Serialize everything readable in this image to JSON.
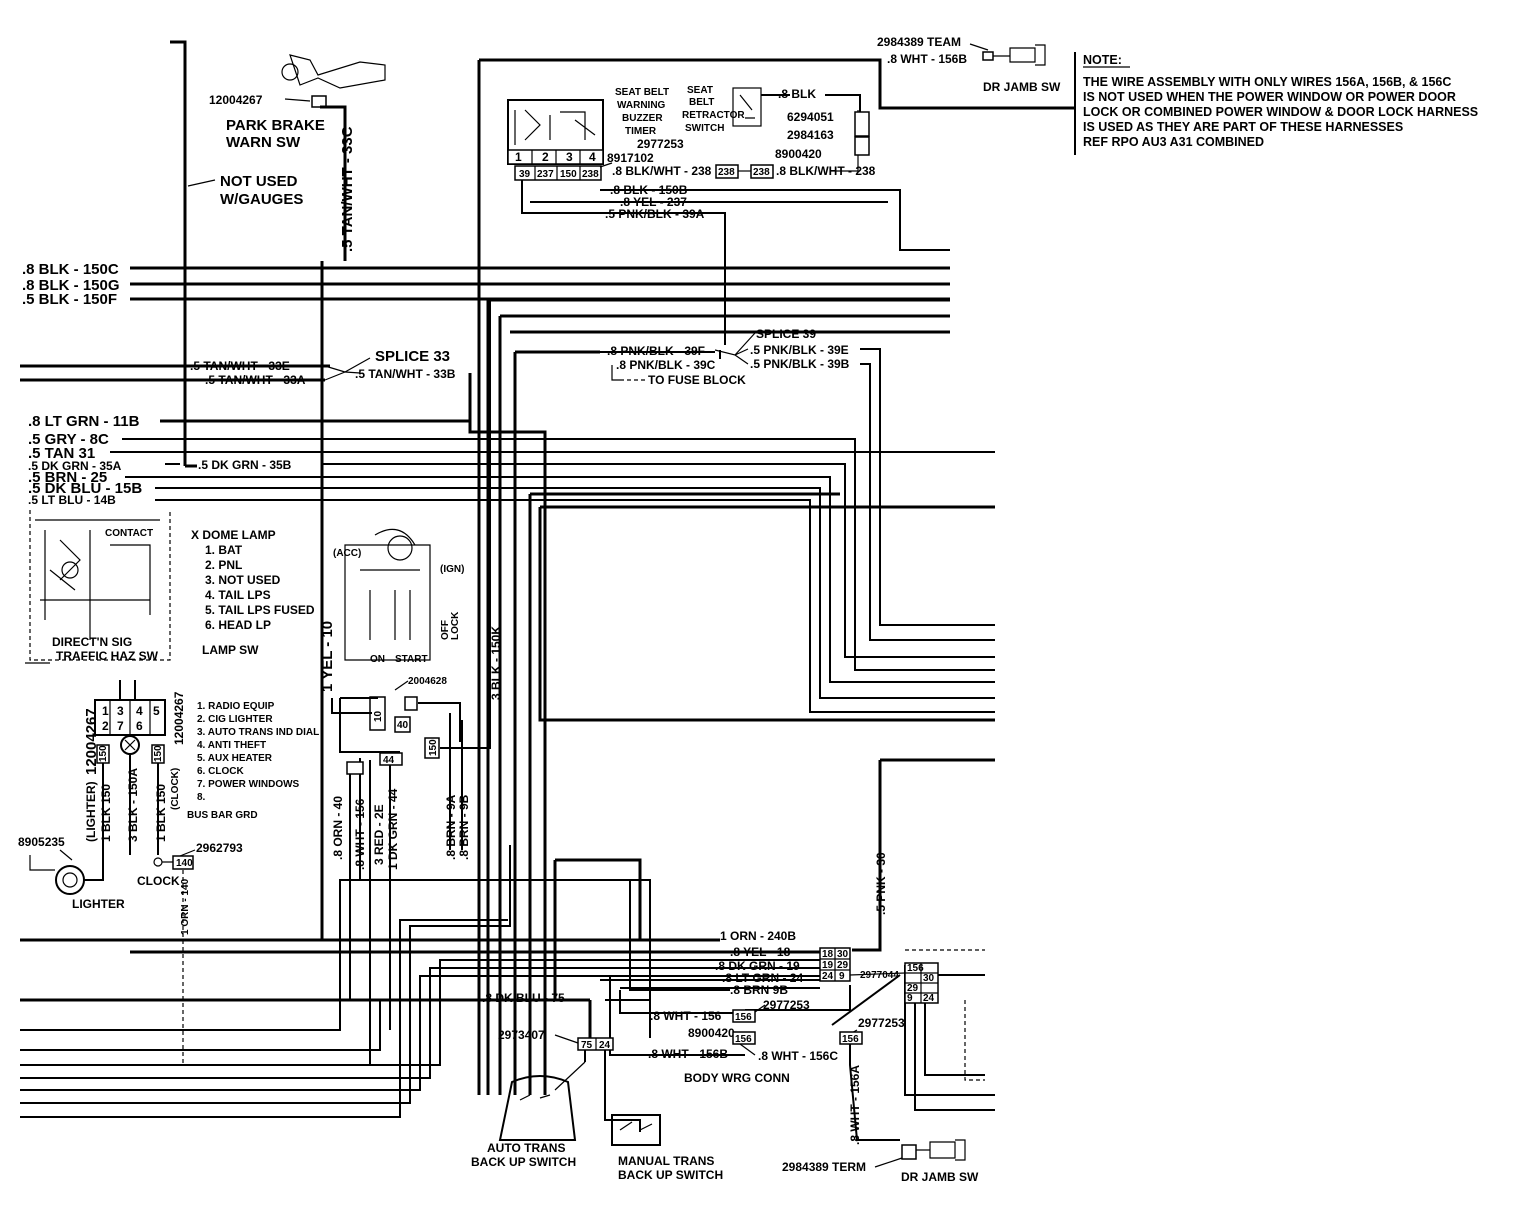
{
  "park_brake": {
    "part": "12004267",
    "title_line1": "PARK BRAKE",
    "title_line2": "WARN SW",
    "wire": ".5 TAN/WHT - 33C"
  },
  "not_used": {
    "line1": "NOT USED",
    "line2": "W/GAUGES"
  },
  "ground_wires": [
    ".8 BLK - 150C",
    ".8 BLK - 150G",
    ".5 BLK - 150F"
  ],
  "splice33": {
    "title": "SPLICE 33",
    "wire_e": ".5 TAN/WHT - 33E",
    "wire_a": ".5 TAN/WHT - 33A",
    "wire_b": ".5 TAN/WHT - 33B"
  },
  "left_wires": [
    ".8 LT GRN - 11B",
    ".5 GRY - 8C",
    ".5 TAN 31",
    ".5 DK GRN - 35A",
    ".5 BRN - 25",
    ".5 DK BLU - 15B",
    ".5 LT BLU - 14B"
  ],
  "dk_grn_35b": ".5 DK GRN - 35B",
  "seat_belt": {
    "buzzer_label": [
      "SEAT BELT",
      "WARNING",
      "BUZZER",
      "TIMER"
    ],
    "pins": [
      "1",
      "2",
      "3",
      "4"
    ],
    "connector_cells": [
      "39",
      "237",
      "150",
      "238"
    ],
    "part_connector": "8917102",
    "part_2977253": "2977253",
    "wire_blk_wht_238": ".8 BLK/WHT - 238",
    "conn_238": "238",
    "retractor_label": [
      "SEAT",
      "BELT",
      "RETRACTOR",
      "SWITCH"
    ],
    "part_8900420": "8900420",
    "wire_blk_wht_238_b": ".8 BLK/WHT - 238",
    "wire_blk": ".8 BLK",
    "part_6294051": "6294051",
    "part_2984163": "2984163",
    "wire_150b": ".8 BLK - 150B",
    "wire_237": ".8 YEL - 237",
    "wire_39a": ".5 PNK/BLK - 39A"
  },
  "door_jamb_top": {
    "part": "2984389 TEAM",
    "wire": ".8 WHT - 156B",
    "label": "DR JAMB SW"
  },
  "note": {
    "title": "NOTE:",
    "lines": [
      "THE WIRE ASSEMBLY WITH ONLY WIRES 156A, 156B, & 156C",
      "IS NOT USED WHEN THE POWER WINDOW OR POWER DOOR",
      "LOCK OR COMBINED POWER WINDOW & DOOR LOCK HARNESS",
      "IS USED AS THEY ARE PART OF THESE HARNESSES",
      "REF RPO AU3 A31 COMBINED"
    ]
  },
  "splice39": {
    "title": "SPLICE 39",
    "wire_f": ".8 PNK/BLK - 39F",
    "wire_e": ".5 PNK/BLK - 39E",
    "wire_c": ".8 PNK/BLK - 39C",
    "wire_b": ".5 PNK/BLK - 39B",
    "to_fuse": "TO FUSE BLOCK"
  },
  "lamp_switch": {
    "items": [
      "X DOME LAMP",
      "1. BAT",
      "2. PNL",
      "3. NOT USED",
      "4. TAIL LPS",
      "5. TAIL LPS FUSED",
      "6. HEAD LP"
    ],
    "caption": "LAMP SW",
    "contact_label": "CONTACT"
  },
  "direction_signal": {
    "line1": "DIRECT'N SIG",
    "line2": "TRAFFIC HAZ SW"
  },
  "bus_bar": {
    "part_left": "12004267",
    "part_right": "12004267",
    "pins_top": [
      "1",
      "3",
      "4",
      "5"
    ],
    "pins_mid": [
      "2",
      "7",
      "6"
    ],
    "conn_150": "150",
    "legend": [
      "1. RADIO EQUIP",
      "2. CIG LIGHTER",
      "3. AUTO TRANS IND DIAL",
      "4. ANTI THEFT",
      "5. AUX HEATER",
      "6. CLOCK",
      "7. POWER WINDOWS",
      "8."
    ],
    "caption": "BUS BAR GRD",
    "wire_lighter": "1 BLK 150",
    "lighter_paren": "(LIGHTER)",
    "wire_150a": "3 BLK - 150A",
    "wire_clock": "1 BLK 150",
    "clock_paren": "(CLOCK)"
  },
  "lighter": {
    "part": "8905235",
    "label": "LIGHTER"
  },
  "clock": {
    "part": "2962793",
    "label": "CLOCK",
    "conn": "140",
    "wire": "1 ORN - 140"
  },
  "ignition": {
    "part": "2004628",
    "wire_10": "1 YEL - 10",
    "wire_150k": "3 BLK - 150K",
    "cells": [
      "10",
      "40",
      "44",
      "150"
    ],
    "labels": [
      "(ACC)",
      "(IGN)",
      "OFF",
      "LOCK",
      "ON",
      "START"
    ]
  },
  "ignition_wires": [
    ".8 ORN - 40",
    ".8 WHT - 156",
    "3 RED - 2E",
    "1 DK GRN - 44",
    ".8 BRN - 9A",
    ".8 BRN - 9B"
  ],
  "right_side": {
    "wire_240b": "1 ORN - 240B",
    "wire_18": ".8 YEL - 18",
    "wire_19": ".8 DK GRN - 19",
    "wire_24": ".8 LT GRN - 24",
    "wire_9b": ".8 BRN 9B",
    "wire_30": ".5 PNK - 30",
    "part_2977044": "2977044",
    "conn_cells": [
      "18",
      "30",
      "19",
      "29",
      "24",
      "9"
    ]
  },
  "body_conn": {
    "wire_75": ".8 DK BLU - 75",
    "part_2973407": "2973407",
    "cells_75_24": [
      "75",
      "24"
    ],
    "wire_156": ".8 WHT - 156",
    "part_2977253": "2977253",
    "part_8900420": "8900420",
    "wire_156b": ".8 WHT - 156B",
    "wire_156c": ".8 WHT - 156C",
    "label": "BODY WRG CONN",
    "conn_156": "156"
  },
  "auto_trans": {
    "line1": "AUTO TRANS",
    "line2": "BACK UP SWITCH"
  },
  "manual_trans": {
    "line1": "MANUAL TRANS",
    "line2": "BACK UP SWITCH"
  },
  "door_jamb_bottom": {
    "part_2977253": "2977253",
    "wire_156a": ".8 WHT - 156A",
    "conn": "156",
    "term": "2984389 TERM",
    "label": "DR JAMB SW"
  },
  "right_connector_cells": [
    "156",
    "30",
    "29",
    "9",
    "24"
  ]
}
